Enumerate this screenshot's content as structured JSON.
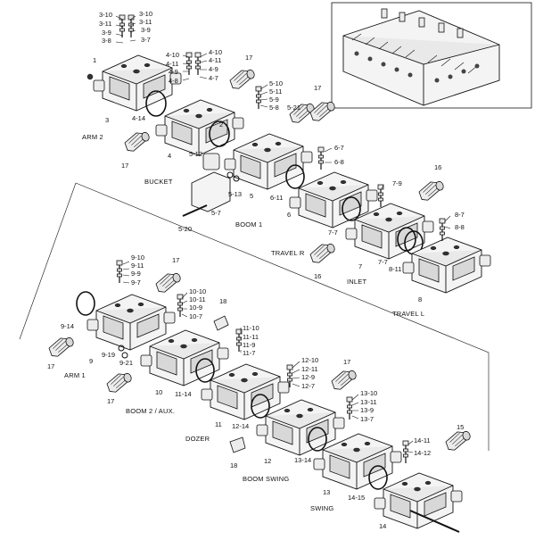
{
  "diagram": {
    "sections": {
      "arm2": "ARM 2",
      "bucket": "BUCKET",
      "boom1": "BOOM 1",
      "travel_r": "TRAVEL R",
      "inlet": "INLET",
      "travel_l": "TRAVEL L",
      "arm1": "ARM 1",
      "boom2_aux": "BOOM 2 / AUX.",
      "dozer": "DOZER",
      "boom_swing": "BOOM SWING",
      "swing": "SWING"
    },
    "labels": {
      "p3_10": "3-10",
      "p3_11": "3-11",
      "p3_9": "3-9",
      "p3_8": "3-8",
      "p3_10b": "3-10",
      "p3_11b": "3-11",
      "p3_9b": "3-9",
      "p3_7": "3-7",
      "p1": "1",
      "p3": "3",
      "p4_14": "4-14",
      "p17a": "17",
      "p4_10": "4-10",
      "p4_11": "4-11",
      "p4_9": "4-9",
      "p4_8": "4-8",
      "p4_10b": "4-10",
      "p4_11b": "4-11",
      "p4_9b": "4-9",
      "p4_7": "4-7",
      "p17b": "17",
      "p4": "4",
      "p5_10": "5-10",
      "p5_11": "5-11",
      "p5_9": "5-9",
      "p5_8": "5-8",
      "p17c": "17",
      "p5_21": "5-21",
      "p2": "2",
      "p5_12": "5-12",
      "p5_13": "5-13",
      "p5": "5",
      "p5_7": "5-7",
      "p5_20": "5-20",
      "p6_11": "6-11",
      "p6_7": "6-7",
      "p6_8": "6-8",
      "p6": "6",
      "p7_9": "7-9",
      "p16a": "16",
      "p7_7": "7-7",
      "p7": "7",
      "p8_7": "8-7",
      "p8_8": "8-8",
      "p7_7b": "7-7",
      "p8_11": "8-11",
      "p16b": "16",
      "p8": "8",
      "p9_10": "9-10",
      "p9_11": "9-11",
      "p9_9": "9-9",
      "p9_7": "9-7",
      "p17d": "17",
      "p9_14": "9-14",
      "p9": "9",
      "p9_19": "9-19",
      "p9_21": "9-21",
      "p17e": "17",
      "p10_10": "10-10",
      "p10_11": "10-11",
      "p10_9": "10-9",
      "p10_7": "10-7",
      "p18a": "18",
      "p10": "10",
      "p11_14": "11-14",
      "p17f": "17",
      "p11_10": "11-10",
      "p11_11": "11-11",
      "p11_9": "11-9",
      "p11_7": "11-7",
      "p11": "11",
      "p12_10": "12-10",
      "p12_11": "12-11",
      "p12_9": "12-9",
      "p12_7": "12-7",
      "p17g": "17",
      "p12_14": "12-14",
      "p12": "12",
      "p18b": "18",
      "p13_10": "13-10",
      "p13_11": "13-11",
      "p13_9": "13-9",
      "p13_7": "13-7",
      "p13_14": "13-14",
      "p13": "13",
      "p14_11": "14-11",
      "p14_12": "14-12",
      "p15": "15",
      "p14_15": "14-15",
      "p14": "14"
    }
  }
}
